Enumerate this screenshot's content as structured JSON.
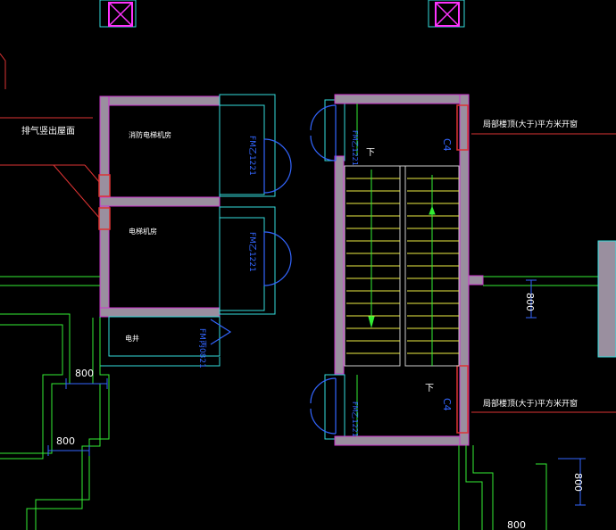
{
  "colors": {
    "background": "#000000",
    "wall_fill": "#9a8f9f",
    "wall_edge": "#cc33cc",
    "cyan": "#33dddd",
    "green": "#33ee33",
    "yellow": "#eeee44",
    "red": "#dd3333",
    "blue": "#3366ff",
    "white": "#ffffff",
    "magenta": "#ff33ff"
  },
  "labels": {
    "exhaust_note": "排气竖出屋面",
    "room_fire_elevator": "消防电梯机房",
    "room_elevator": "电梯机房",
    "room_stair_top": "电井",
    "window_note_top": "局部楼顶(大于)平方米开窗",
    "window_note_bottom": "局部楼顶(大于)平方米开窗",
    "down_top": "下",
    "down_bottom": "下"
  },
  "tags": {
    "door_fm_a": "FM乙1221",
    "door_fm_b": "FM乙1221",
    "door_fm_c": "FM丙0821",
    "door_fm_d": "FM乙1221",
    "door_fm_e": "FM乙1221",
    "window_c4_top": "C4",
    "window_c4_bottom": "C4"
  },
  "dimensions": {
    "dim_left_upper": "800",
    "dim_left_lower": "800",
    "dim_right_upper": "800",
    "dim_right_lower": "800",
    "dim_bottom": "800"
  }
}
